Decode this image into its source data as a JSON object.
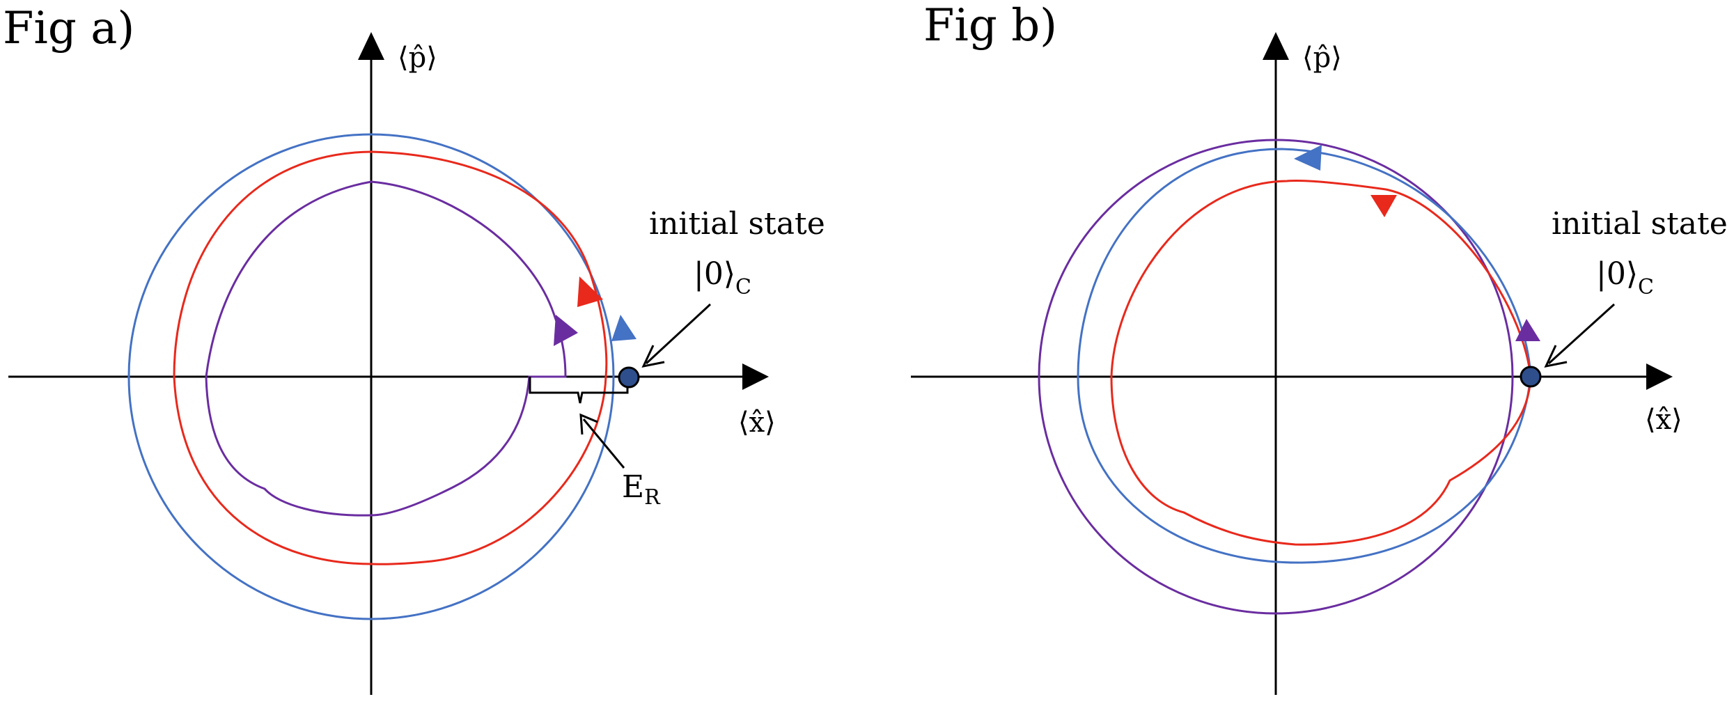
{
  "panels": [
    {
      "id": "a",
      "title": "Fig a)",
      "x_axis_label": "⟨x̂⟩",
      "y_axis_label": "⟨p̂⟩",
      "initial_state_label": "initial state",
      "ket_label": "|0⟩",
      "ket_subscript": "C",
      "energy_label": "E",
      "energy_subscript": "R",
      "curves": [
        {
          "name": "outer-circle",
          "color": "#4472C4"
        },
        {
          "name": "middle-orbit",
          "color": "#E8291C"
        },
        {
          "name": "inner-orbit",
          "color": "#6A2DA0"
        }
      ]
    },
    {
      "id": "b",
      "title": "Fig b)",
      "x_axis_label": "⟨x̂⟩",
      "y_axis_label": "⟨p̂⟩",
      "initial_state_label": "initial state",
      "ket_label": "|0⟩",
      "ket_subscript": "C",
      "curves": [
        {
          "name": "outer-circle",
          "color": "#6A2DA0"
        },
        {
          "name": "middle-orbit",
          "color": "#4472C4"
        },
        {
          "name": "inner-orbit",
          "color": "#E8291C"
        }
      ]
    }
  ],
  "colors": {
    "blue": "#4472C4",
    "red": "#E8291C",
    "purple": "#6A2DA0",
    "state_dot": "#2E4F8C",
    "axis": "#000000"
  }
}
